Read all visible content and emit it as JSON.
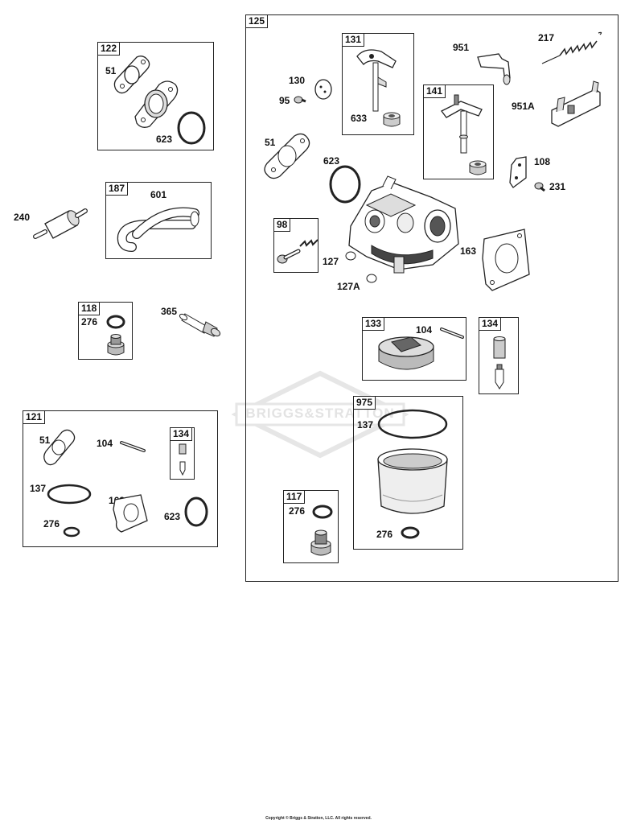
{
  "watermark": "BRIGGS&STRATTON",
  "copyright": "Copyright © Briggs & Stratton, LLC. All rights reserved.",
  "groups": {
    "g122": {
      "tag": "122",
      "labels": {
        "a": "51",
        "b": "623"
      }
    },
    "g187": {
      "tag": "187",
      "labels": {
        "a": "601"
      }
    },
    "g118": {
      "tag": "118",
      "labels": {
        "a": "276"
      }
    },
    "g121": {
      "tag": "121",
      "labels": {
        "a": "51",
        "b": "104",
        "c": "137",
        "d": "163",
        "e": "276",
        "f": "623"
      },
      "sub134": {
        "tag": "134"
      }
    },
    "g125": {
      "tag": "125",
      "labels": {
        "a": "130",
        "b": "95",
        "c": "51",
        "d": "623",
        "e": "951",
        "f": "217",
        "g": "951A",
        "h": "108",
        "i": "231",
        "j": "127",
        "k": "127A",
        "l": "163"
      }
    },
    "g131": {
      "tag": "131",
      "labels": {
        "a": "633"
      }
    },
    "g141": {
      "tag": "141"
    },
    "g98": {
      "tag": "98"
    },
    "g133": {
      "tag": "133",
      "labels": {
        "a": "104"
      }
    },
    "g134": {
      "tag": "134"
    },
    "g975": {
      "tag": "975",
      "labels": {
        "a": "137",
        "b": "276"
      }
    },
    "g117": {
      "tag": "117",
      "labels": {
        "a": "276"
      }
    }
  },
  "loose": {
    "p240": "240",
    "p365": "365"
  }
}
